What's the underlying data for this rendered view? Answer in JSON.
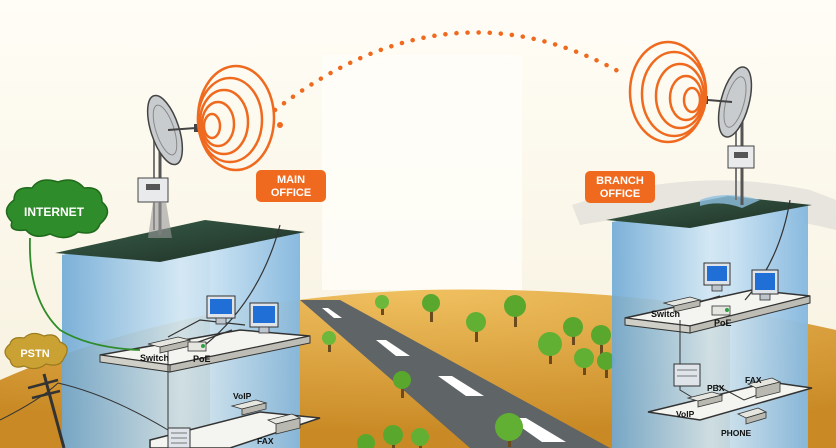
{
  "labels": {
    "internet": "INTERNET",
    "pstn": "PSTN",
    "main_office_line1": "MAIN",
    "main_office_line2": "OFFICE",
    "branch_office_line1": "BRANCH",
    "branch_office_line2": "OFFICE"
  },
  "main_building": {
    "switch": "Switch",
    "poe": "PoE",
    "voip": "VoIP",
    "fax": "FAX"
  },
  "branch_building": {
    "switch": "Switch",
    "poe": "PoE",
    "pbx": "PBX",
    "fax": "FAX",
    "voip": "VoIP",
    "phone": "PHONE"
  },
  "colors": {
    "accent_orange": "#ef6a1e",
    "cloud_green": "#2f8c2a",
    "pstn_gold": "#c9a233",
    "glass_blue": "#9fc8e6",
    "ground": "#d9a23a",
    "road": "#5f6466"
  }
}
